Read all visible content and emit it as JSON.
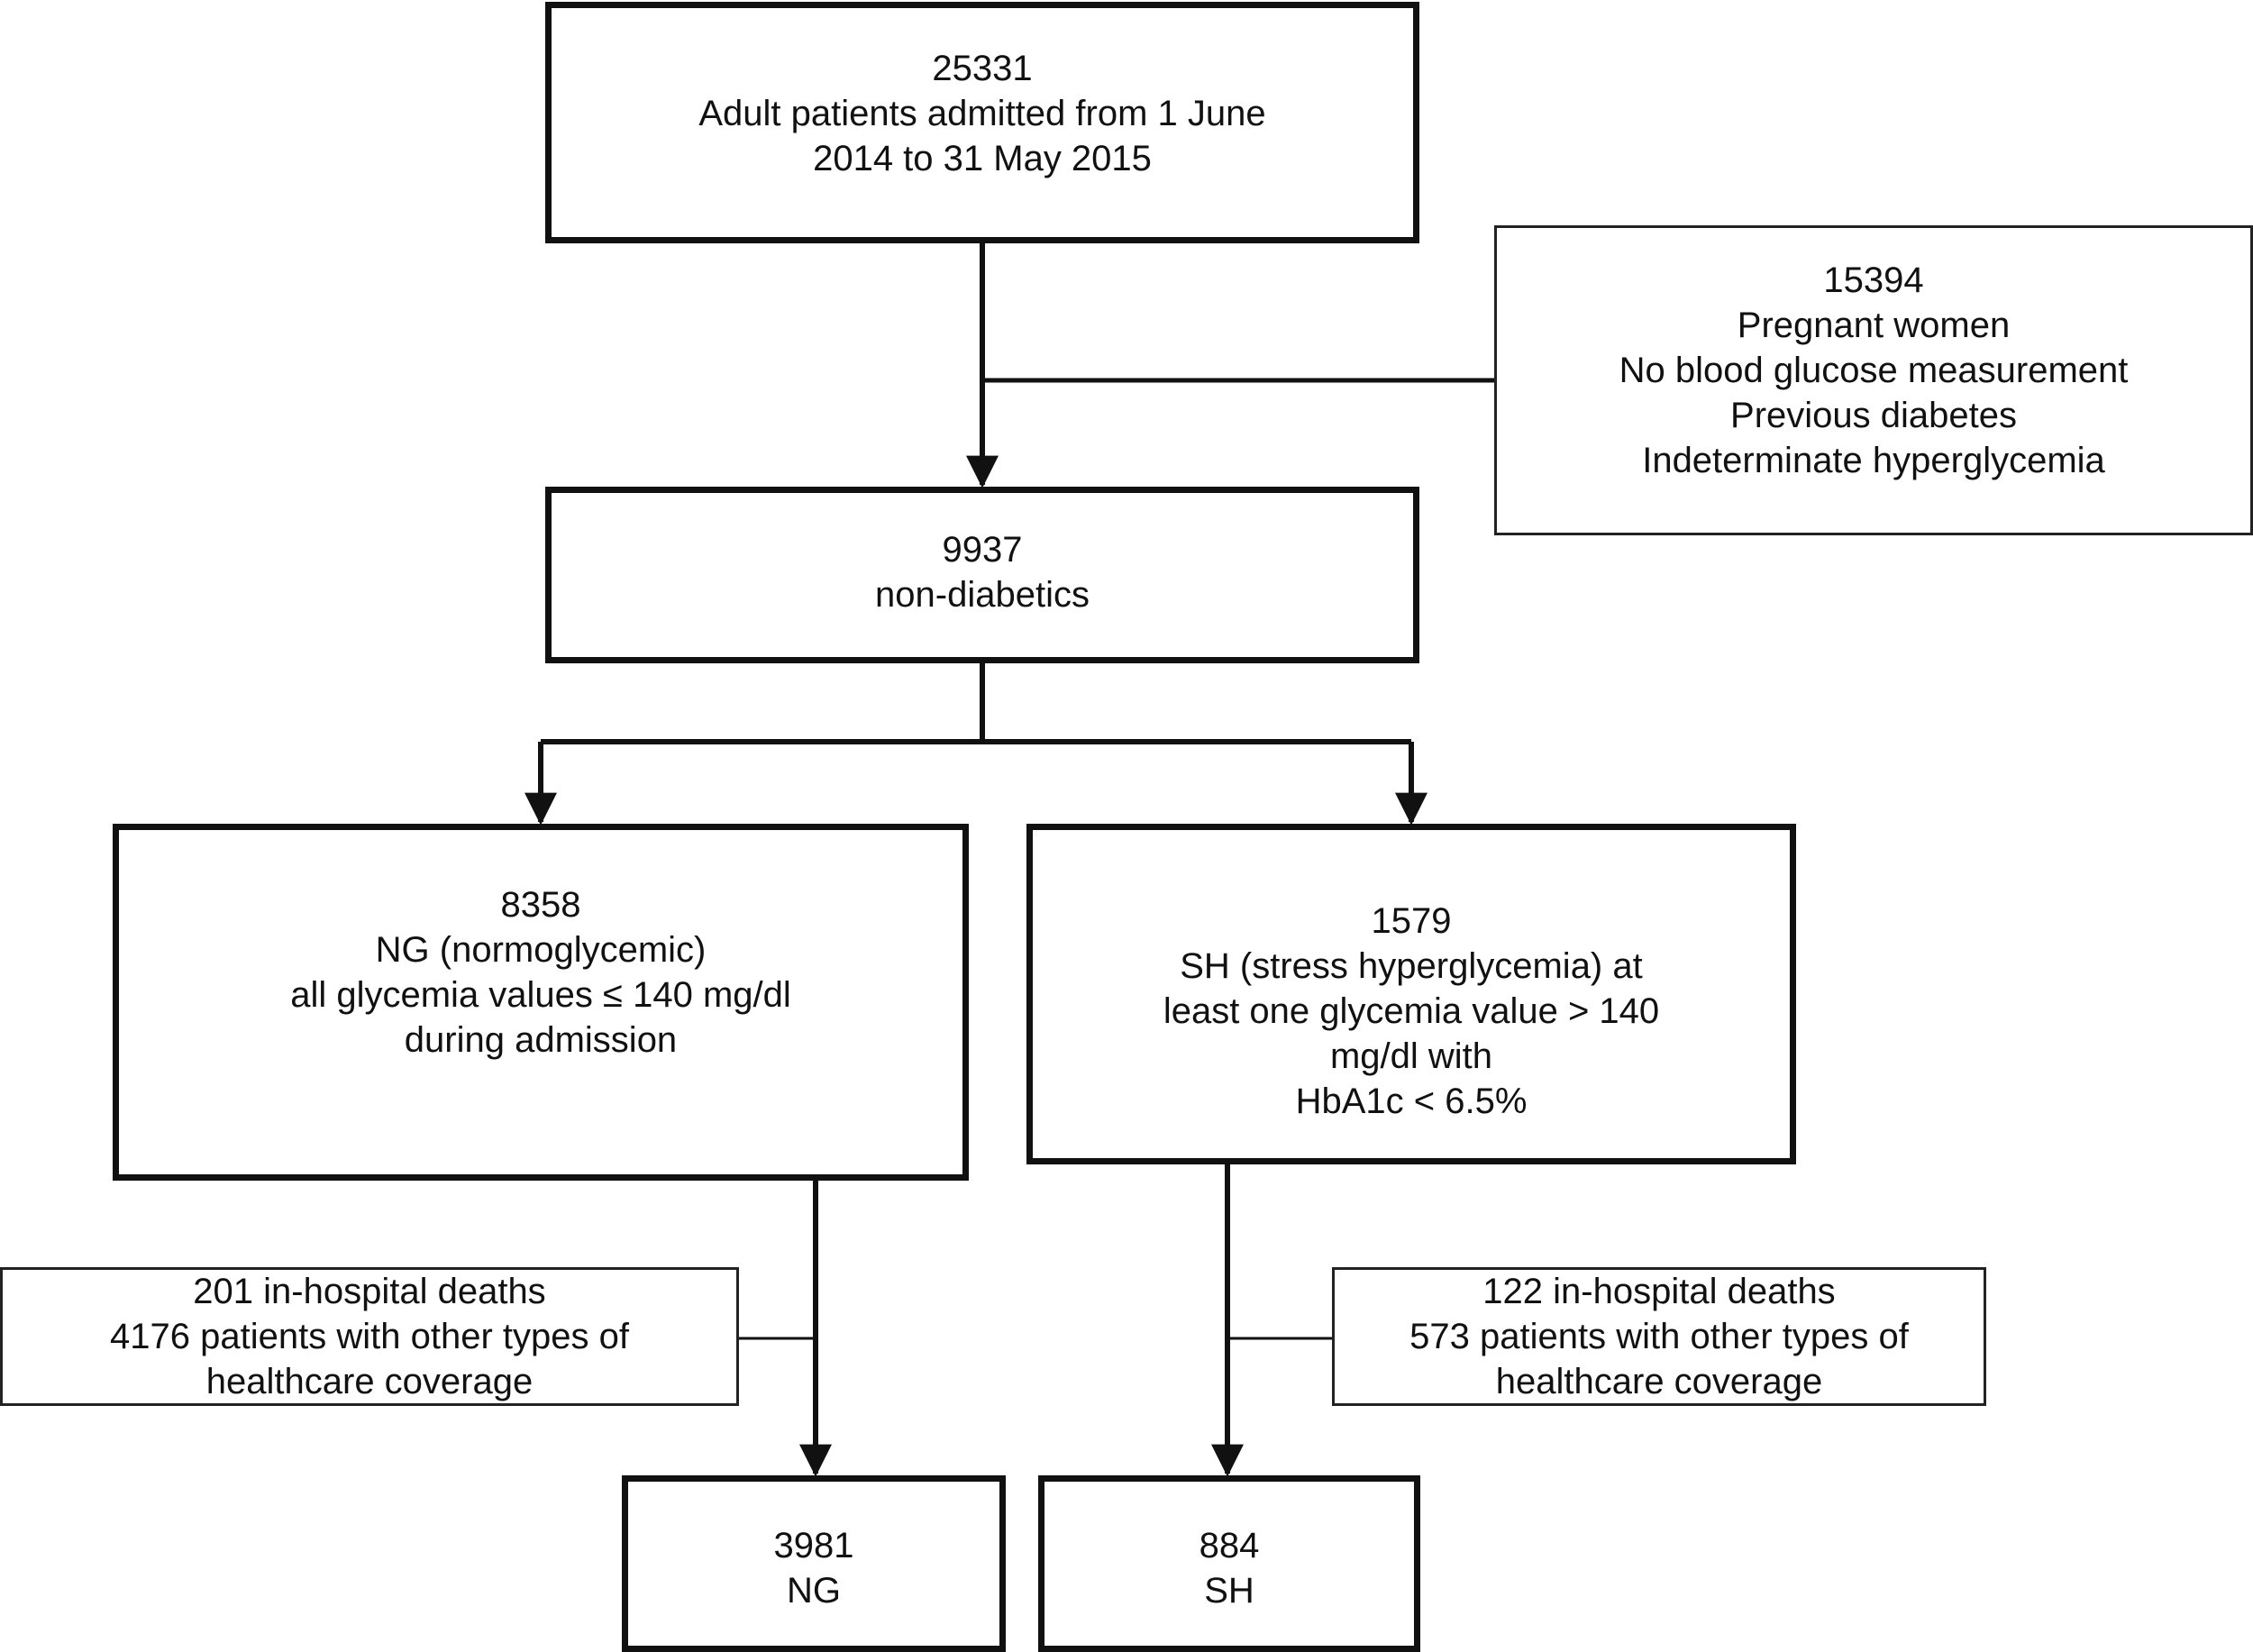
{
  "colors": {
    "stroke": "#111111",
    "background": "#ffffff"
  },
  "boxes": {
    "admitted": {
      "count": "25331",
      "lines": [
        "Adult patients admitted from 1 June",
        "2014 to 31 May 2015"
      ]
    },
    "excluded": {
      "count": "15394",
      "lines": [
        "Pregnant women",
        "No blood glucose measurement",
        "Previous diabetes",
        "Indeterminate hyperglycemia"
      ]
    },
    "non_diabetics": {
      "count": "9937",
      "lines": [
        "non-diabetics"
      ]
    },
    "ng": {
      "count": "8358",
      "lines": [
        "NG (normoglycemic)",
        "all glycemia values ≤ 140 mg/dl",
        "during admission"
      ]
    },
    "sh": {
      "count": "1579",
      "lines": [
        "SH (stress hyperglycemia) at",
        "least one glycemia value > 140",
        "mg/dl with",
        "HbA1c < 6.5%"
      ]
    },
    "ng_excluded": {
      "lines": [
        "201 in-hospital deaths",
        "4176 patients with other types of",
        "healthcare coverage"
      ]
    },
    "sh_excluded": {
      "lines": [
        "122 in-hospital deaths",
        "573 patients with other types of",
        "healthcare coverage"
      ]
    },
    "ng_final": {
      "count": "3981",
      "lines": [
        "NG"
      ]
    },
    "sh_final": {
      "count": "884",
      "lines": [
        "SH"
      ]
    }
  }
}
